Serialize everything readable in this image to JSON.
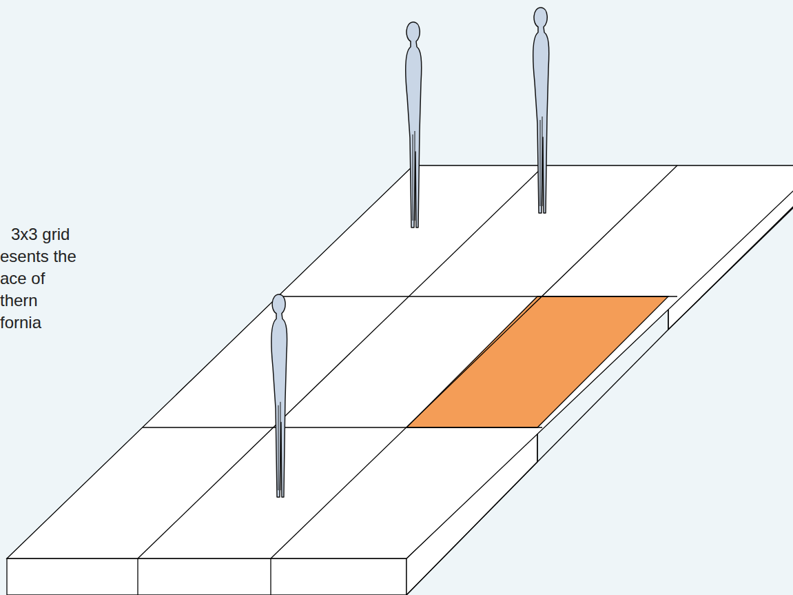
{
  "diagram": {
    "labels": [
      "3x3 grid",
      "esents the",
      "ace of",
      "thern",
      "fornia"
    ]
  }
}
